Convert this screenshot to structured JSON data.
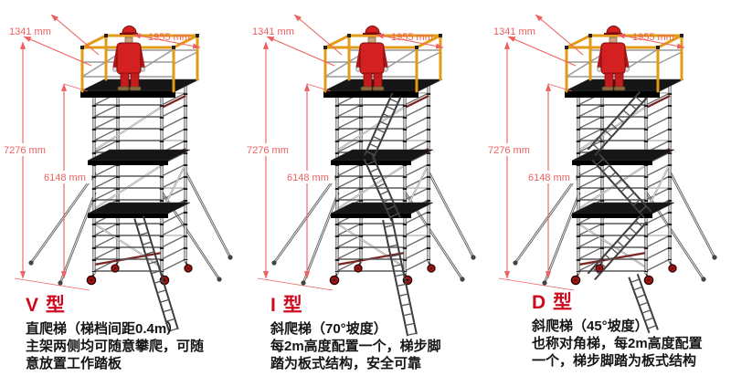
{
  "figure": {
    "background": "#ffffff",
    "description_of_content": "Three aluminium mobile scaffold tower illustrations comparing ladder types V, I and D"
  },
  "colors": {
    "dimension_red": "#ee6161",
    "title_red": "#cf0a1e",
    "body_text": "#151515",
    "guardrail_yellow": "#e39b16",
    "platform_black": "#161616",
    "caster_red": "#a51212",
    "worker_red": "#d42020",
    "frame_gray": "#4d4d4d"
  },
  "towers": [
    {
      "code": "V",
      "title": "V 型",
      "ladder_type": "vertical-ladder",
      "dims": {
        "platform_depth": "1341 mm",
        "platform_length": "1955 mm",
        "overall_height": "7276 mm",
        "platform_height": "6148 mm"
      },
      "desc": [
        "直爬梯（梯档间距0.4m）",
        "主架两侧均可随意攀爬，可随",
        "意放置工作踏板"
      ]
    },
    {
      "code": "I",
      "title": "I 型",
      "ladder_type": "inclined-ladder-70deg",
      "dims": {
        "platform_depth": "1341 mm",
        "platform_length": "1955 mm",
        "overall_height": "7276 mm",
        "platform_height": "6148 mm"
      },
      "desc": [
        "斜爬梯（70°坡度）",
        "每2m高度配置一个，梯步脚",
        "踏为板式结构，安全可靠"
      ]
    },
    {
      "code": "D",
      "title": "D 型",
      "ladder_type": "diagonal-stair-45deg",
      "dims": {
        "platform_depth": "1341 mm",
        "platform_length": "1955 mm",
        "overall_height": "7276 mm",
        "platform_height": "6148 mm"
      },
      "desc": [
        "斜爬梯（45°坡度）",
        "也称对角梯，每2m高度配置",
        "一个，梯步脚踏为板式结构"
      ]
    }
  ]
}
